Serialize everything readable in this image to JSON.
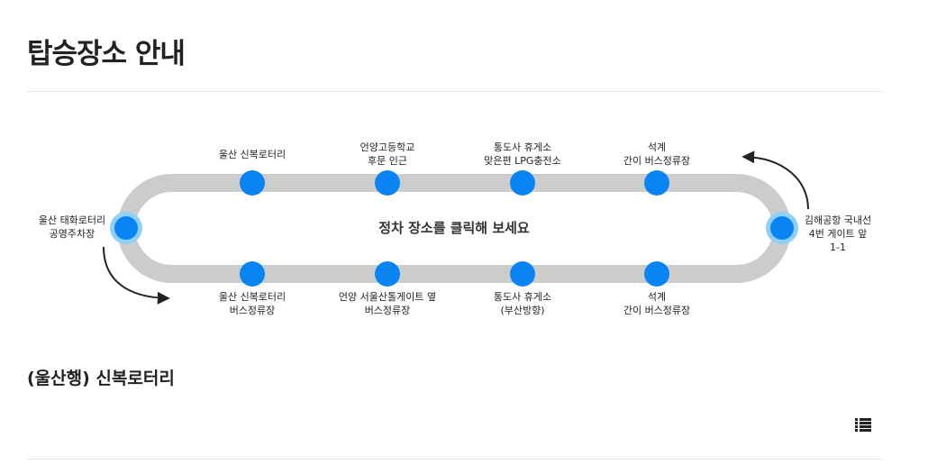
{
  "page": {
    "title": "탑승장소 안내"
  },
  "map": {
    "hint": "정차 장소를 클릭해 보세요",
    "colors": {
      "track": "#cccccc",
      "stop": "#0a84f2",
      "terminal_ring": "#8fd0fb",
      "arrow": "#222222"
    },
    "terminals": {
      "left": {
        "line1": "울산 태화로터리",
        "line2": "공영주차장"
      },
      "right": {
        "line1": "김해공항 국내선",
        "line2": "4번 게이트 앞",
        "line3": "1-1"
      }
    },
    "upper_stops": [
      {
        "line1": "울산 신복로터리",
        "line2": ""
      },
      {
        "line1": "언양고등학교",
        "line2": "후문 인근"
      },
      {
        "line1": "통도사 휴게소",
        "line2": "맞은편 LPG충전소"
      },
      {
        "line1": "석계",
        "line2": "간이 버스정류장"
      }
    ],
    "lower_stops": [
      {
        "line1": "울산 신복로터리",
        "line2": "버스정류장"
      },
      {
        "line1": "언양 서울산톨게이트 옆",
        "line2": "버스정류장"
      },
      {
        "line1": "통도사 휴게소",
        "line2": "(부산방향)"
      },
      {
        "line1": "석계",
        "line2": "간이 버스정류장"
      }
    ]
  },
  "section": {
    "title": "(울산행) 신복로터리",
    "list_icon": "list-icon"
  }
}
